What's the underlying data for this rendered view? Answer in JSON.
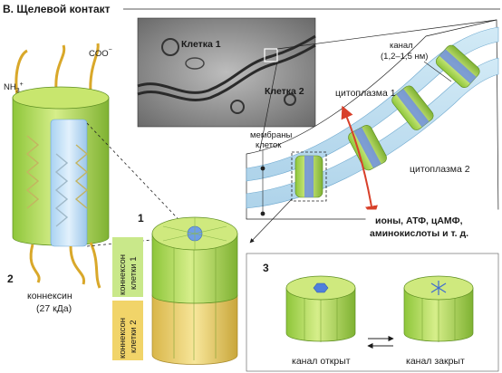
{
  "header": {
    "title": "B. Щелевой контакт"
  },
  "connexin": {
    "nh3_label": "NH",
    "nh3_sub": "3",
    "nh3_sup": "+",
    "coo_label": "COO",
    "coo_sup": "−",
    "number": "2",
    "name": "коннексин",
    "mass": "(27 кДа)"
  },
  "connexon": {
    "number": "1",
    "cell1_line1": "коннексон",
    "cell1_line2": "клетки 1",
    "cell2_line1": "коннексон",
    "cell2_line2": "клетки 2"
  },
  "micrograph": {
    "cell1_label": "Клетка 1",
    "cell2_label": "Клетка 2"
  },
  "membrane_view": {
    "channel_line1": "канал",
    "channel_line2": "(1,2–1,5 нм)",
    "cytoplasm1": "цитоплазма 1",
    "cytoplasm2": "цитоплазма 2",
    "membranes_line1": "мембраны",
    "membranes_line2": "клеток",
    "ions_line1": "ионы, АТФ, цАМФ,",
    "ions_line2": "аминокислоты и т. д."
  },
  "states": {
    "number": "3",
    "open_label": "канал открыт",
    "closed_label": "канал закрыт"
  },
  "colors": {
    "green": "#b3d94a",
    "green_dark": "#7fae2e",
    "yellow": "#e6c84a",
    "blue": "#7fb6e6",
    "arrow_red": "#d8402a"
  }
}
